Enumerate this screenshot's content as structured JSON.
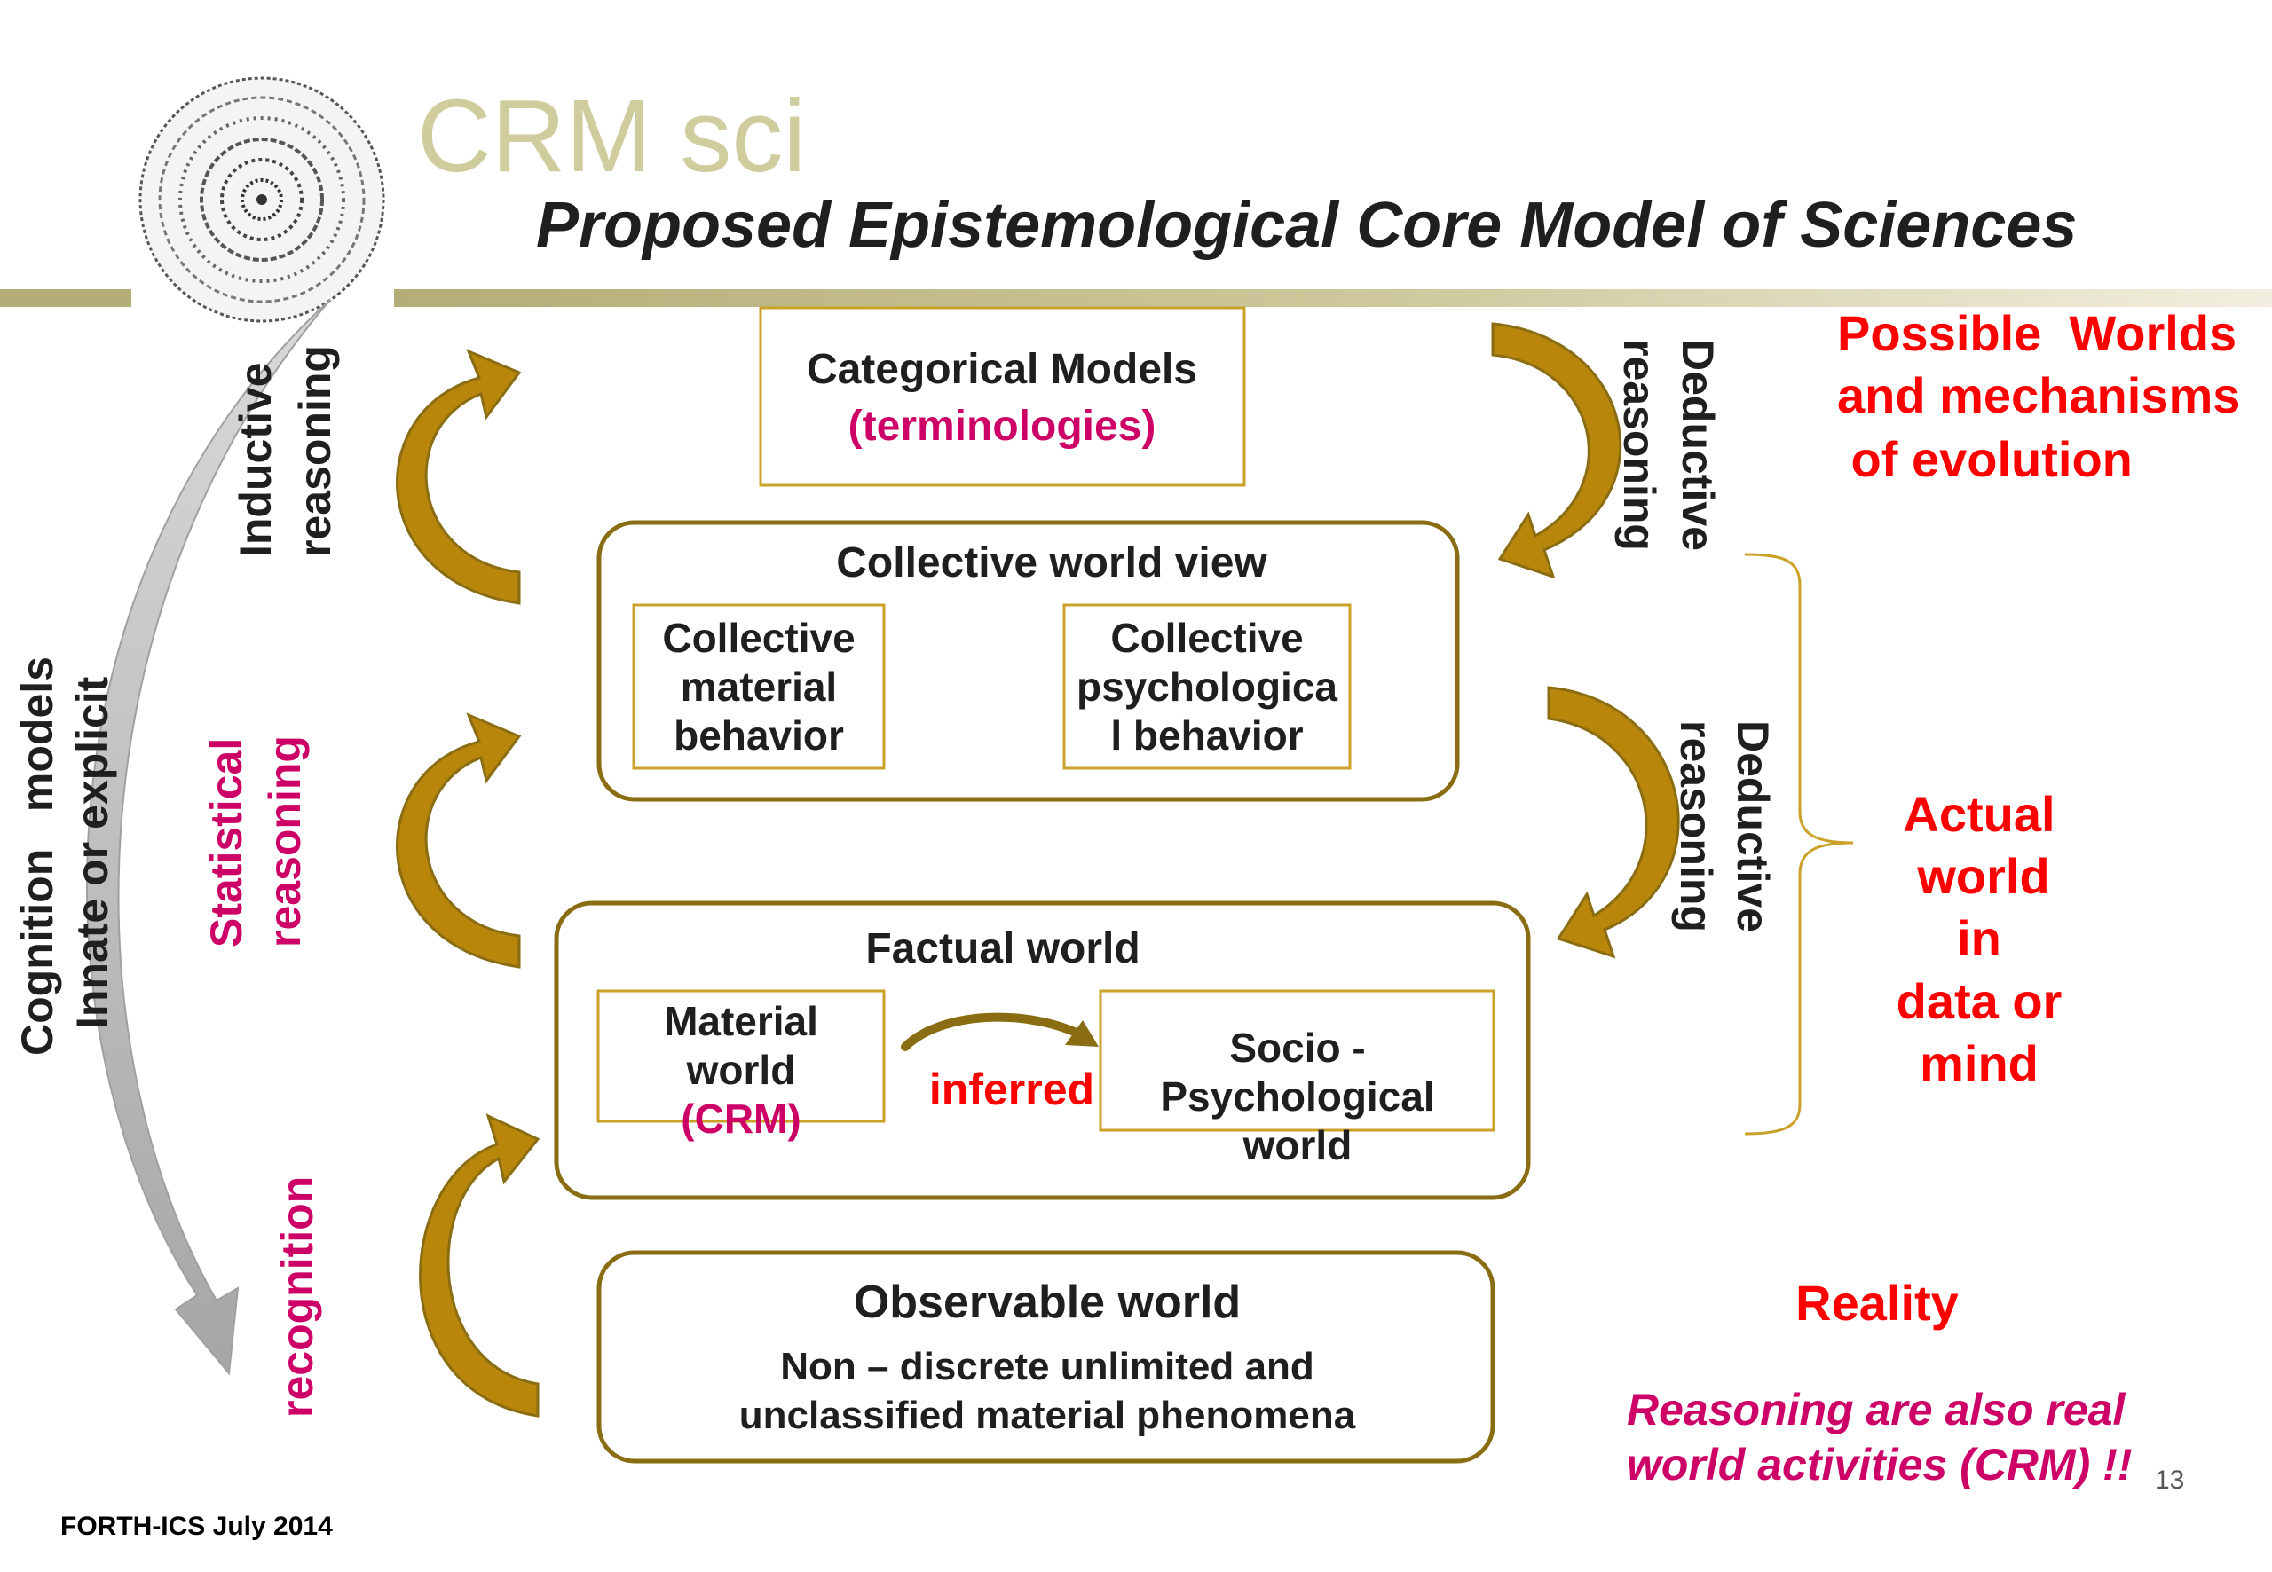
{
  "header": {
    "title": "CRM sci",
    "subtitle": "Proposed Epistemological Core Model of Sciences"
  },
  "left_axis": {
    "line1": "Cognition   models",
    "line2": "Innate or explicit"
  },
  "reasoning": {
    "inductive": [
      "Inductive",
      "reasoning"
    ],
    "statistical": [
      "Statistical",
      "reasoning"
    ],
    "recognition": "recognition",
    "deductive_top": [
      "Deductive",
      "reasoning"
    ],
    "deductive_mid": [
      "Deductive",
      "reasoning"
    ]
  },
  "boxes": {
    "categorical": {
      "title": "Categorical Models",
      "note": "(terminologies)"
    },
    "collective": {
      "title": "Collective world view",
      "material": [
        "Collective",
        "material",
        "behavior"
      ],
      "psychological": [
        "Collective",
        "psychologica",
        "l behavior"
      ]
    },
    "factual": {
      "title": "Factual world",
      "material": [
        "Material",
        "world"
      ],
      "material_note": "(CRM)",
      "inferred": "inferred",
      "socio": [
        "Socio -",
        "Psychological",
        "world"
      ]
    },
    "observable": {
      "title": "Observable world",
      "desc": [
        "Non – discrete unlimited and",
        "unclassified material phenomena"
      ]
    }
  },
  "right_labels": {
    "possible": [
      "Possible  Worlds",
      "and mechanisms",
      " of evolution"
    ],
    "actual": [
      "Actual",
      "world",
      "in",
      "data or",
      "mind"
    ],
    "reality": "Reality",
    "note": [
      "Reasoning are also real",
      "world activities (CRM) !!"
    ]
  },
  "footer": {
    "org": "FORTH-ICS July 2014",
    "page": "13"
  },
  "colors": {
    "olive": "#b5a642",
    "box_border": "#8a6d12",
    "arrow_gold": "#b8860b",
    "grey_arrow": "#bdbdbd",
    "red": "#ff0000",
    "magenta": "#cc0066"
  }
}
